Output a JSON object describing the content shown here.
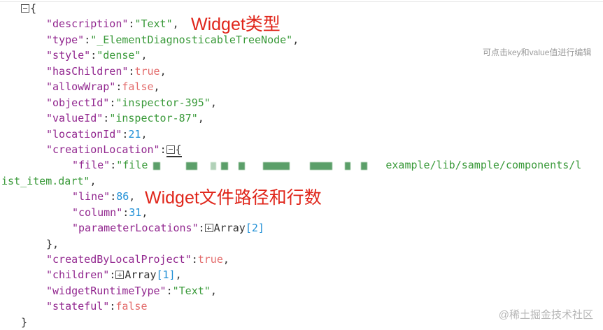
{
  "json": {
    "description": "\"Text\"",
    "type": "\"_ElementDiagnosticableTreeNode\"",
    "style": "\"dense\"",
    "hasChildren": "true",
    "allowWrap": "false",
    "objectId": "\"inspector-395\"",
    "valueId": "\"inspector-87\"",
    "locationId": "21",
    "creationLocation": {
      "file_start": "\"file",
      "file_end": "example/lib/sample/components/l",
      "file_wrap": "ist_item.dart\"",
      "line": "86",
      "column": "31",
      "parameterLocations": "Array",
      "parameterLocations_count": "[2]"
    },
    "createdByLocalProject": "true",
    "children": "Array",
    "children_count": "[1]",
    "widgetRuntimeType": "\"Text\"",
    "stateful": "false"
  },
  "keys": {
    "description": "\"description\"",
    "type": "\"type\"",
    "style": "\"style\"",
    "hasChildren": "\"hasChildren\"",
    "allowWrap": "\"allowWrap\"",
    "objectId": "\"objectId\"",
    "valueId": "\"valueId\"",
    "locationId": "\"locationId\"",
    "creationLocation": "\"creationLocation\"",
    "file": "\"file\"",
    "line": "\"line\"",
    "column": "\"column\"",
    "parameterLocations": "\"parameterLocations\"",
    "createdByLocalProject": "\"createdByLocalProject\"",
    "children": "\"children\"",
    "widgetRuntimeType": "\"widgetRuntimeType\"",
    "stateful": "\"stateful\""
  },
  "annotations": {
    "widget_type": "Widget类型",
    "widget_location": "Widget文件路径和行数",
    "edit_hint": "可点击key和value值进行编辑"
  },
  "watermark": "@稀土掘金技术社区"
}
